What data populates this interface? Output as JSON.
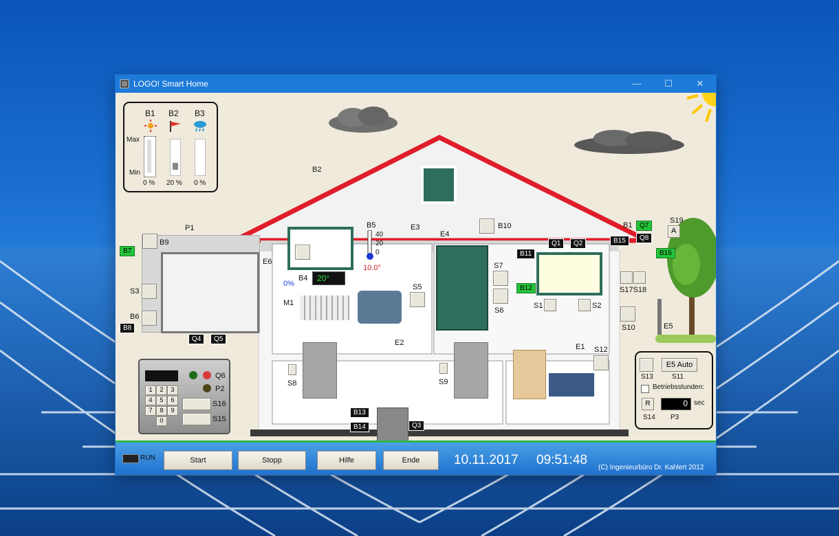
{
  "window": {
    "title": "LOGO! Smart Home",
    "min": "—",
    "max": "☐",
    "close": "✕"
  },
  "weather": {
    "sensors": [
      "B1",
      "B2",
      "B3"
    ],
    "max_label": "Max",
    "min_label": "Min",
    "values": [
      "0 %",
      "20 %",
      "0 %"
    ],
    "levels": [
      0,
      0.2,
      0
    ]
  },
  "labels": {
    "B2": "B2",
    "B5": "B5",
    "E3": "E3",
    "E4": "E4",
    "B10": "B10",
    "P1": "P1",
    "B9": "B9",
    "B7": "B7",
    "E6": "E6",
    "S3": "S3",
    "B6": "B6",
    "B8": "B8",
    "Q4": "Q4",
    "Q5": "Q5",
    "B4": "B4",
    "M1": "M1",
    "S5": "S5",
    "S7": "S7",
    "S6": "S6",
    "B11": "B11",
    "Q1": "Q1",
    "Q2": "Q2",
    "B12": "B12",
    "S1": "S1",
    "S2": "S2",
    "B1r": "B1",
    "Q7": "Q7",
    "Q8": "Q8",
    "S19": "S19",
    "B15": "B15",
    "B16": "B16",
    "S17S18": "S17S18",
    "S10": "S10",
    "E5": "E5",
    "E2": "E2",
    "E1": "E1",
    "S12": "S12",
    "S8": "S8",
    "S9": "S9",
    "B13": "B13",
    "B14": "B14",
    "Q3": "Q3",
    "A": "A"
  },
  "thermo": {
    "scale": [
      "40",
      "20",
      "0"
    ],
    "reading": "10.0°"
  },
  "heater": {
    "setpoint": "20°",
    "valve": "0%"
  },
  "keypad": {
    "keys": [
      "1",
      "2",
      "3",
      "4",
      "5",
      "6",
      "7",
      "8",
      "9",
      "0"
    ],
    "Q6": "Q6",
    "P2": "P2",
    "S16": "S16",
    "S15": "S15"
  },
  "e5panel": {
    "btn_auto": "E5 Auto",
    "S13": "S13",
    "S11": "S11",
    "hours_label": "Betriebsstunden:",
    "reset": "R",
    "counter": "0",
    "unit": "sec",
    "S14": "S14",
    "P3": "P3"
  },
  "bottom": {
    "run": "RUN",
    "start": "Start",
    "stop": "Stopp",
    "help": "Hilfe",
    "end": "Ende",
    "date": "10.11.2017",
    "time": "09:51:48",
    "copyright": "(C) Ingenieurbüro Dr. Kahlert 2012"
  }
}
